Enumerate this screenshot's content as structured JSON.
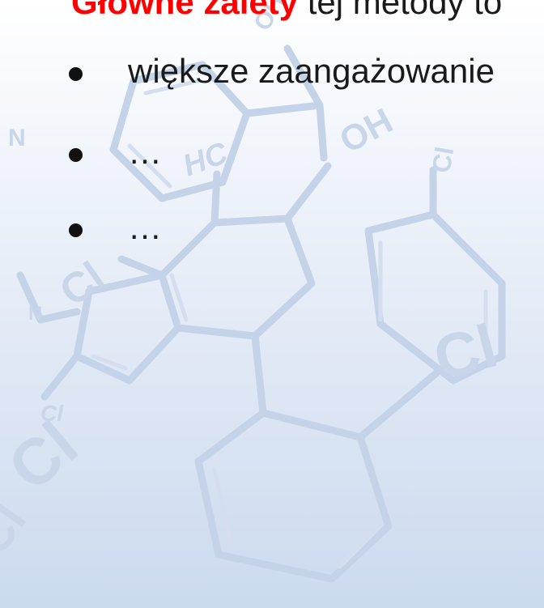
{
  "heading": {
    "accent": "Główne zalety",
    "rest": " tej metody to"
  },
  "bullets": [
    {
      "text": "większe zaangażowanie"
    },
    {
      "text": "…"
    },
    {
      "text": "…"
    }
  ],
  "background": {
    "labels": [
      "HC",
      "OH",
      "OH",
      "Cl",
      "Cl",
      "Cl",
      "Cl",
      "Cl",
      "N",
      "N",
      "Cl"
    ],
    "line_color": "#c5d3e8",
    "text_color": "#c9d6ea"
  }
}
